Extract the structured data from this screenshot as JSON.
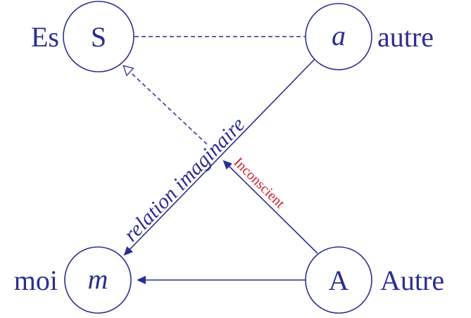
{
  "diagram": {
    "colors": {
      "primary": "#2b2f8f",
      "accent": "#cc1f28"
    },
    "nodes": {
      "S": {
        "symbol": "S",
        "label": "Es"
      },
      "a": {
        "symbol": "a",
        "label": "autre"
      },
      "m": {
        "symbol": "m",
        "label": "moi"
      },
      "A": {
        "symbol": "A",
        "label": "Autre"
      }
    },
    "edges": {
      "imaginary_relation": "relation imaginaire",
      "unconscious": "Inconscient"
    }
  }
}
